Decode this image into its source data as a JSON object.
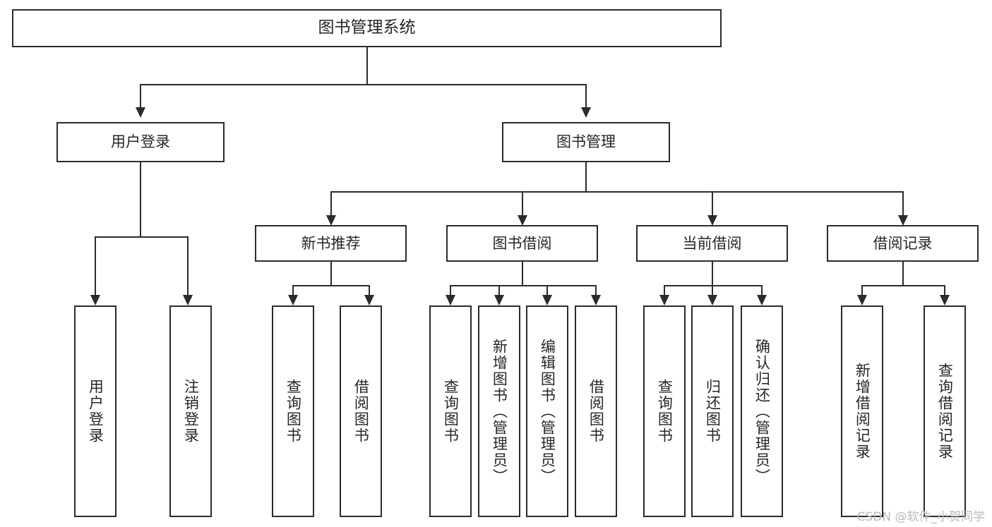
{
  "diagram": {
    "type": "tree",
    "title": "图书管理系统",
    "watermark": "CSDN @软件_小贺同学",
    "root": {
      "id": "root",
      "label": "图书管理系统"
    },
    "level1": [
      {
        "id": "user-login",
        "label": "用户登录"
      },
      {
        "id": "book-manage",
        "label": "图书管理"
      }
    ],
    "level2": [
      {
        "id": "new-book-rec",
        "label": "新书推荐",
        "parent": "book-manage"
      },
      {
        "id": "book-borrow",
        "label": "图书借阅",
        "parent": "book-manage"
      },
      {
        "id": "current-borrow",
        "label": "当前借阅",
        "parent": "book-manage"
      },
      {
        "id": "borrow-record",
        "label": "借阅记录",
        "parent": "book-manage"
      }
    ],
    "leaves": [
      {
        "id": "leaf-user-login",
        "label": "用户登录",
        "parent": "user-login"
      },
      {
        "id": "leaf-user-logout",
        "label": "注销登录",
        "parent": "user-login"
      },
      {
        "id": "leaf-query-book-1",
        "label": "查询图书",
        "parent": "new-book-rec"
      },
      {
        "id": "leaf-borrow-book-1",
        "label": "借阅图书",
        "parent": "new-book-rec"
      },
      {
        "id": "leaf-query-book-2",
        "label": "查询图书",
        "parent": "book-borrow"
      },
      {
        "id": "leaf-add-book",
        "label": "新增图书（管理员）",
        "parent": "book-borrow"
      },
      {
        "id": "leaf-edit-book",
        "label": "编辑图书（管理员）",
        "parent": "book-borrow"
      },
      {
        "id": "leaf-borrow-book-2",
        "label": "借阅图书",
        "parent": "book-borrow"
      },
      {
        "id": "leaf-query-book-3",
        "label": "查询图书",
        "parent": "current-borrow"
      },
      {
        "id": "leaf-return-book",
        "label": "归还图书",
        "parent": "current-borrow"
      },
      {
        "id": "leaf-confirm-return",
        "label": "确认归还（管理员）",
        "parent": "current-borrow"
      },
      {
        "id": "leaf-add-record",
        "label": "新增借阅记录",
        "parent": "borrow-record"
      },
      {
        "id": "leaf-query-record",
        "label": "查询借阅记录",
        "parent": "borrow-record"
      }
    ],
    "colors": {
      "box_border": "#2b2b2b",
      "box_fill": "#ffffff",
      "text": "#262626",
      "connector": "#2b2b2b",
      "watermark": "#b9b9b9",
      "background": "#ffffff"
    }
  }
}
